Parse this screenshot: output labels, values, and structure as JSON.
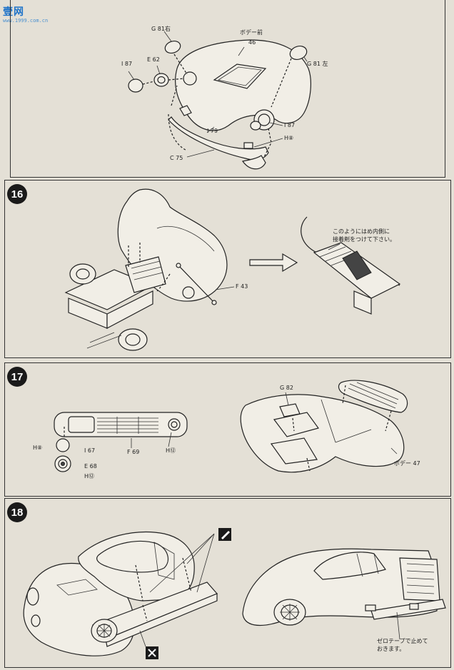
{
  "watermark": {
    "logo": "壹网",
    "url": "www.1999.com.cn"
  },
  "step15": {
    "labels": {
      "g81_right": "G 81右",
      "body_front": "ボデー前",
      "body_front_num": "46",
      "g81_left": "G 81 左",
      "i87_a": "I 87",
      "e62": "E 62",
      "i79": "I 79",
      "i87_b": "I 87",
      "h8": "H⑧",
      "c75": "C 75"
    }
  },
  "step16": {
    "number": "16",
    "labels": {
      "f43": "F 43"
    },
    "note": "このようにはめ内側に\n接着剤をつけて下さい。"
  },
  "step17": {
    "number": "17",
    "labels": {
      "g82": "G 82",
      "h8": "H⑧",
      "i67": "I 67",
      "f69": "F 69",
      "h12_a": "H⑫",
      "e68": "E 68",
      "h12_b": "H⑫",
      "body47": "ボデー 47"
    }
  },
  "step18": {
    "number": "18",
    "note": "ゼロテープで止めて\nおきます。"
  },
  "icons": {
    "paint_icon": "paint-brush-icon",
    "glue_icon": "glue-tube-icon"
  }
}
